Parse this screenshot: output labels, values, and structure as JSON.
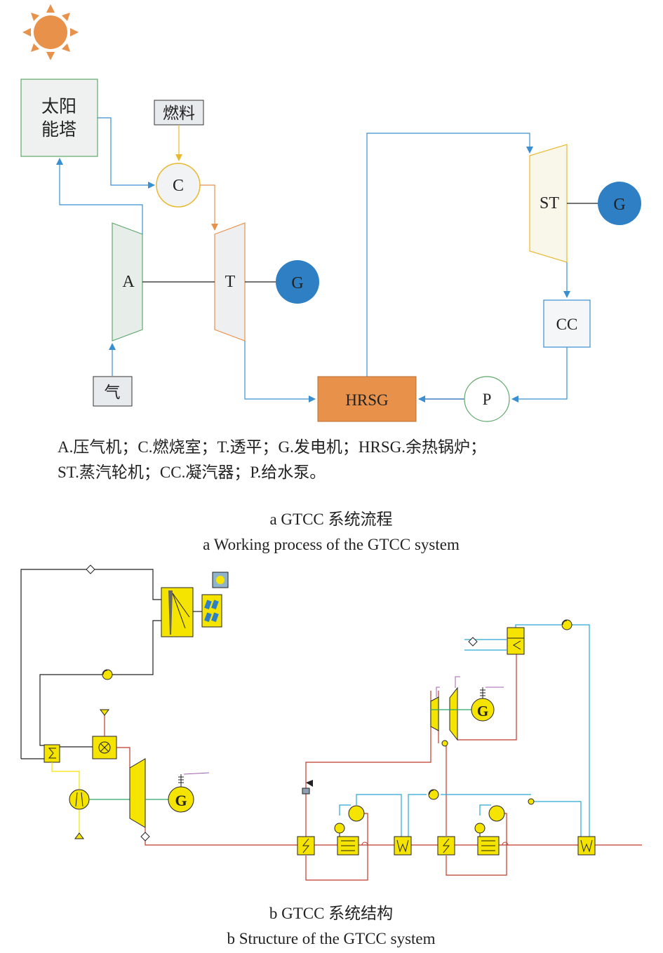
{
  "diagram_a": {
    "blocks": {
      "solar_tower": "太阳\n能塔",
      "fuel": "燃料",
      "combustor": "C",
      "compressor": "A",
      "turbine": "T",
      "gas_generator": "G",
      "air": "气",
      "hrsg": "HRSG",
      "pump": "P",
      "condenser": "CC",
      "steam_turbine": "ST",
      "steam_generator": "G"
    },
    "legend_line1": "A.压气机；C.燃烧室；T.透平；G.发电机；HRSG.余热锅炉；",
    "legend_line2": "ST.蒸汽轮机；CC.凝汽器；P.给水泵。",
    "caption_cn": "a  GTCC 系统流程",
    "caption_en": "a  Working process of the GTCC system"
  },
  "diagram_b": {
    "generator_label": "G",
    "caption_cn": "b  GTCC 系统结构",
    "caption_en": "b  Structure of the GTCC system"
  },
  "colors": {
    "sun": "#e8914a",
    "generator": "#2e7fc4",
    "hrsg": "#e8914a",
    "flow_blue": "#3a8fd0",
    "flow_orange": "#e8914a",
    "component_yellow": "#f5e400",
    "pipe_red": "#c0392b",
    "pipe_cyan": "#2aa7d8"
  }
}
